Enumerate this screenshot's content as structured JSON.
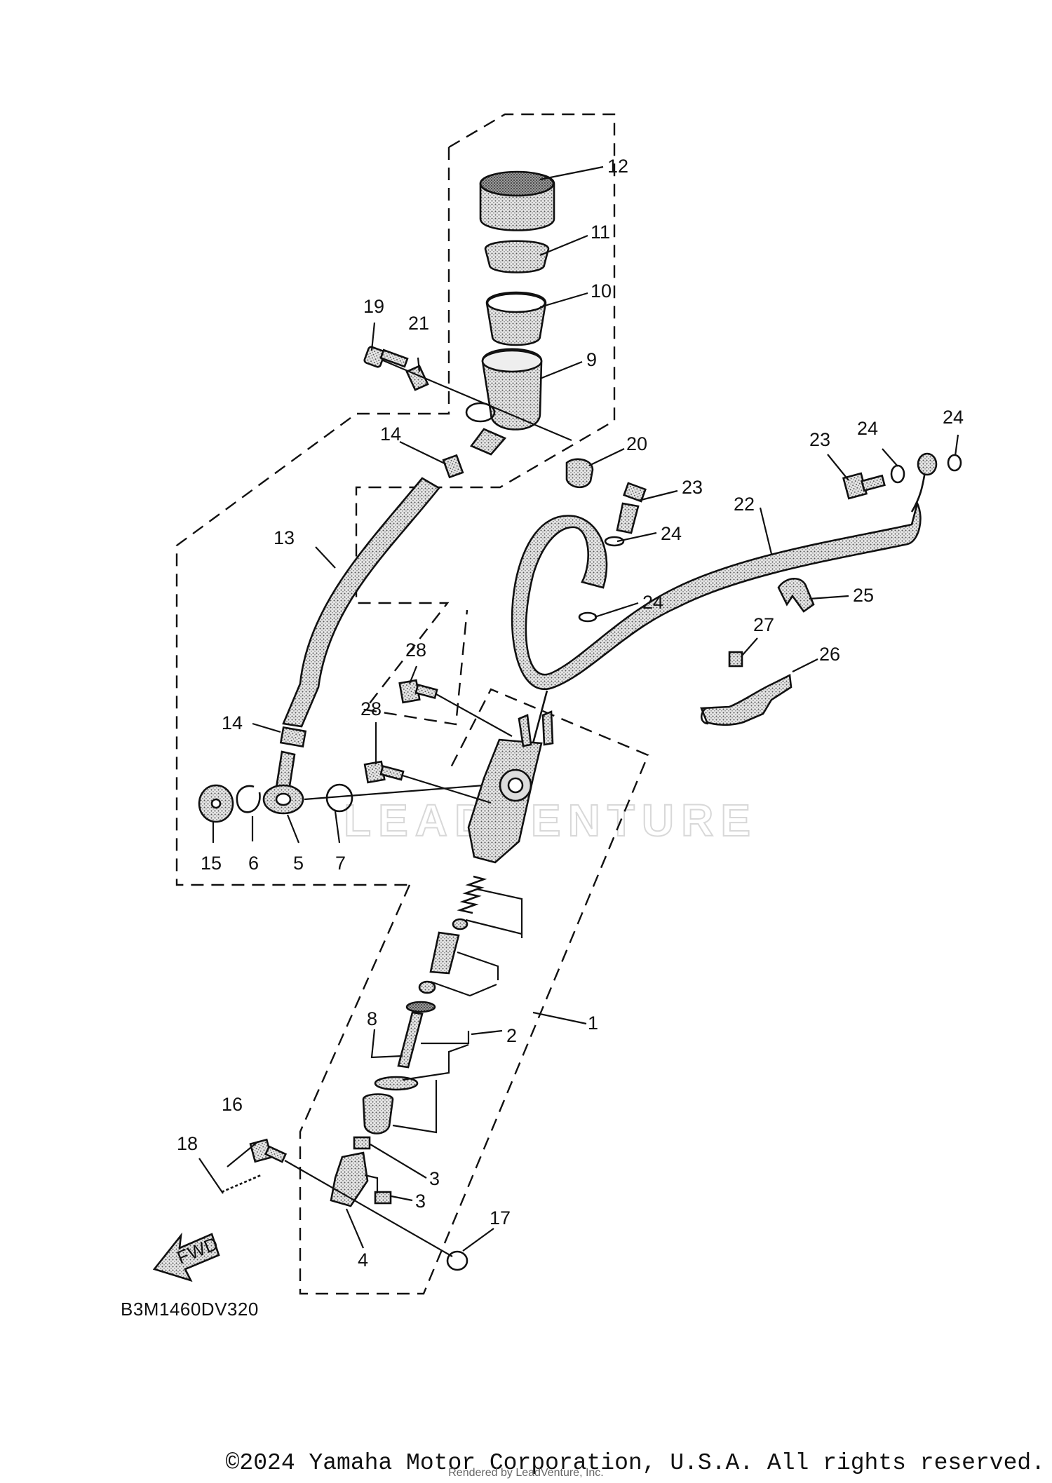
{
  "diagram": {
    "drawing_code": "B3M1460DV320",
    "fwd_label": "FWD",
    "watermark": "LEADVENTURE",
    "callouts": {
      "c1": "1",
      "c2": "2",
      "c3a": "3",
      "c3b": "3",
      "c4": "4",
      "c5": "5",
      "c6": "6",
      "c7": "7",
      "c8": "8",
      "c9": "9",
      "c10": "10",
      "c11": "11",
      "c12": "12",
      "c13": "13",
      "c14a": "14",
      "c14b": "14",
      "c15": "15",
      "c16": "16",
      "c17": "17",
      "c18": "18",
      "c19": "19",
      "c20": "20",
      "c21": "21",
      "c22": "22",
      "c23a": "23",
      "c23b": "23",
      "c24a": "24",
      "c24b": "24",
      "c24c": "24",
      "c24d": "24",
      "c25": "25",
      "c26": "26",
      "c27": "27",
      "c28a": "28",
      "c28b": "28"
    }
  },
  "footer": {
    "copyright": "©2024 Yamaha Motor Corporation, U.S.A. All rights reserved.",
    "rendered_by": "Rendered by LeadVenture, Inc."
  }
}
